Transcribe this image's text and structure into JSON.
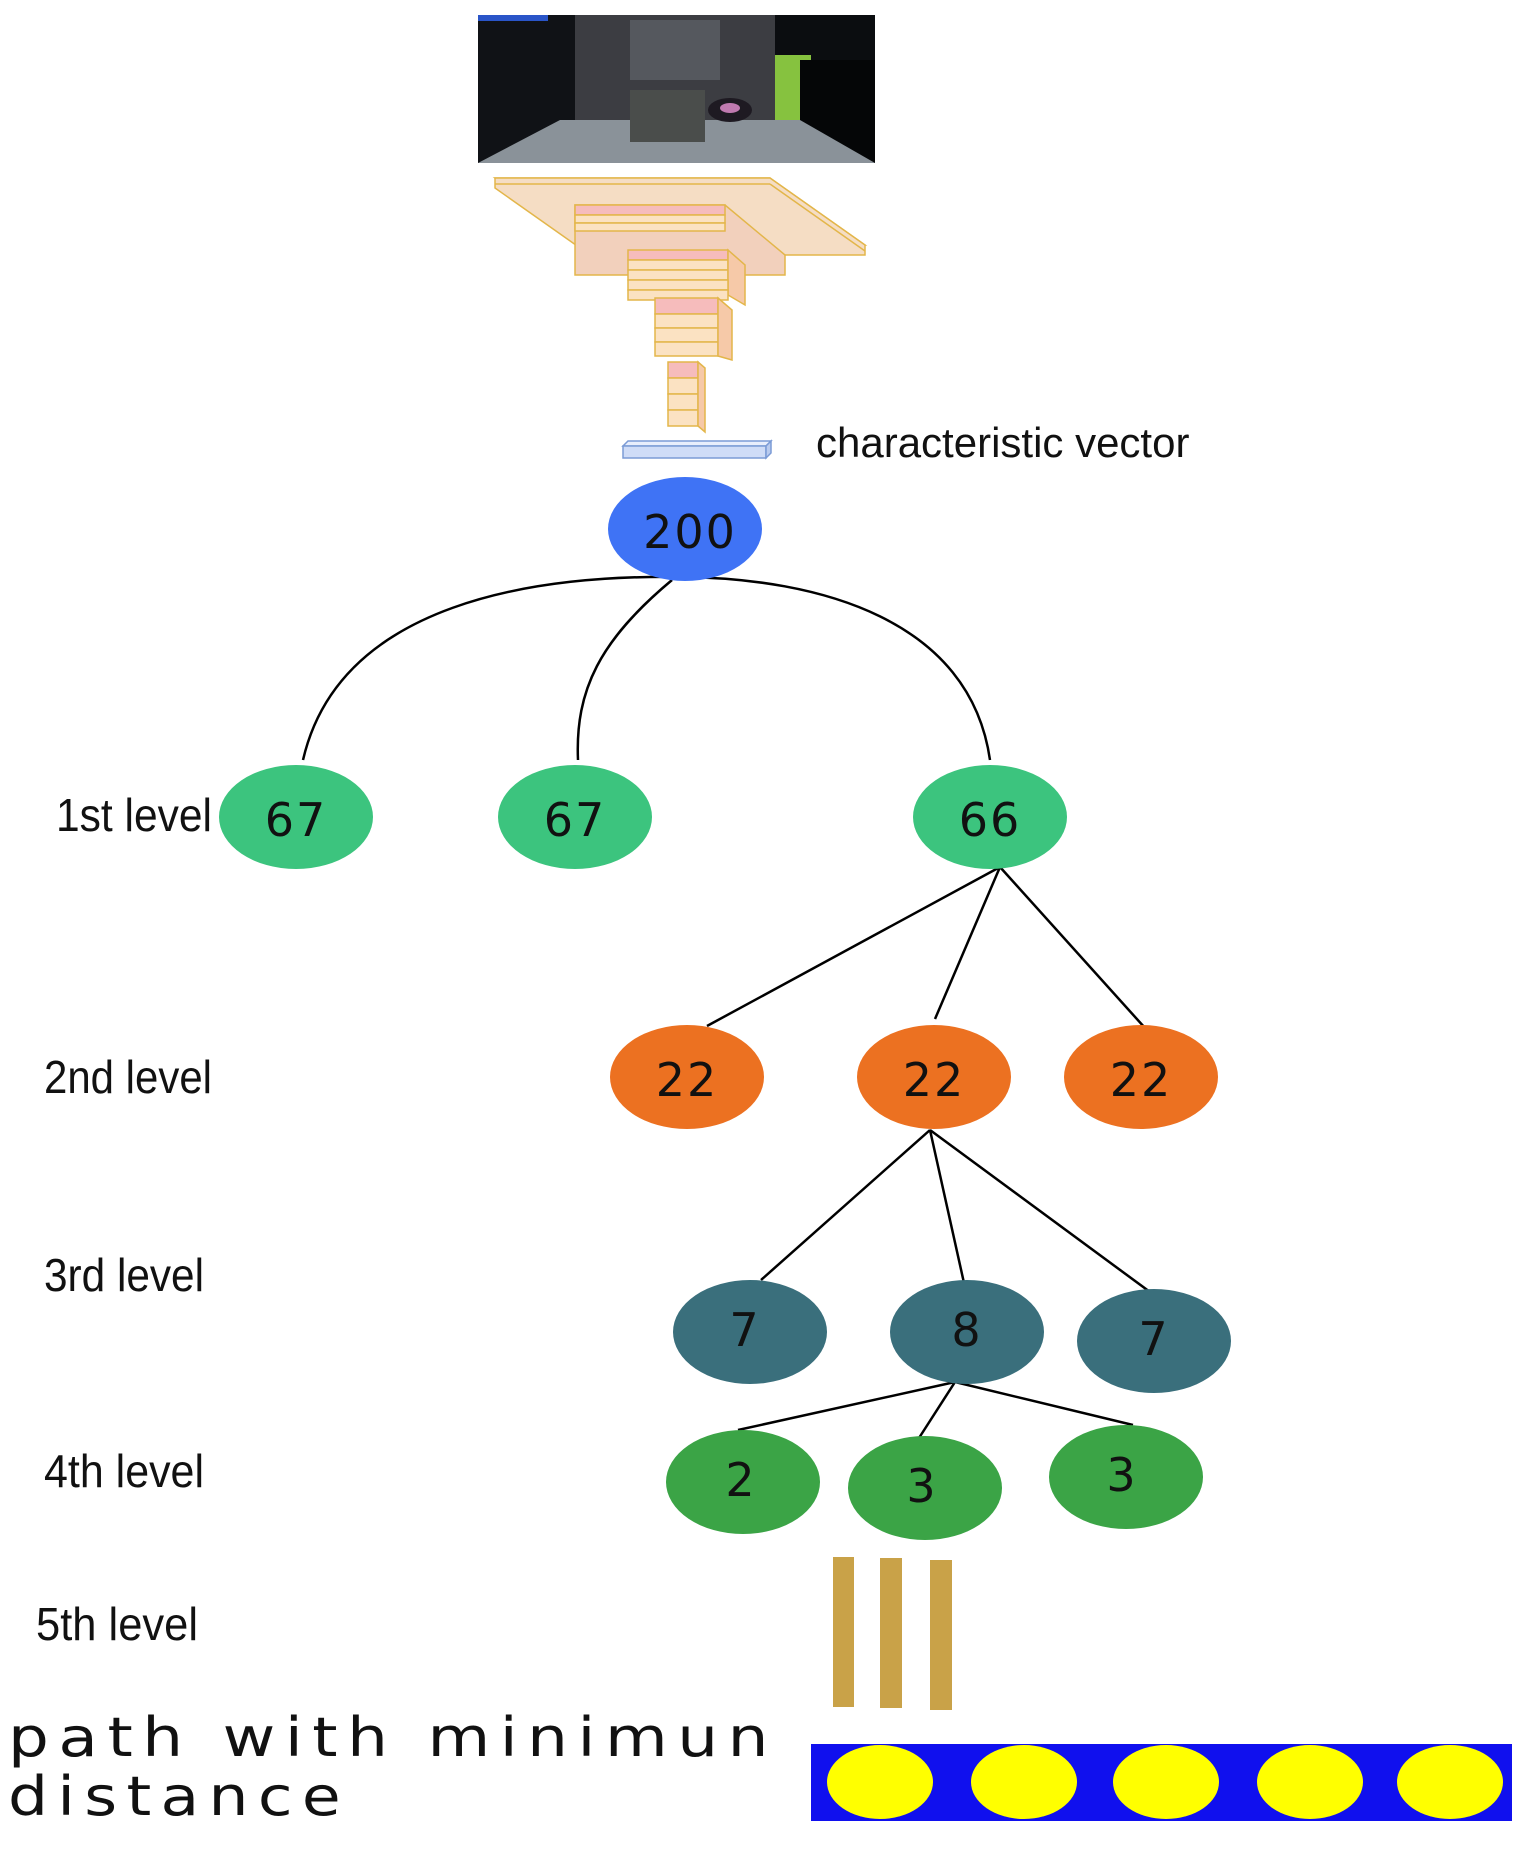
{
  "vector_label": "characteristic vector",
  "root": {
    "value": "200",
    "color": "#3f73f5"
  },
  "levels": [
    {
      "label": "1st level",
      "color": "#3cc47e",
      "nodes": [
        "67",
        "67",
        "66"
      ]
    },
    {
      "label": "2nd level",
      "color": "#ec7121",
      "nodes": [
        "22",
        "22",
        "22"
      ]
    },
    {
      "label": "3rd level",
      "color": "#3a6f7c",
      "nodes": [
        "7",
        "8",
        "7"
      ]
    },
    {
      "label": "4th level",
      "color": "#3ba446",
      "nodes": [
        "2",
        "3",
        "3"
      ]
    },
    {
      "label": "5th level",
      "color": "#c9a248",
      "bar_count": 3
    }
  ],
  "path_label": [
    "path with minimun",
    "distance"
  ],
  "path_strip": {
    "background": "#1010ee",
    "dot_color": "#ffff00",
    "dot_count": 5
  }
}
